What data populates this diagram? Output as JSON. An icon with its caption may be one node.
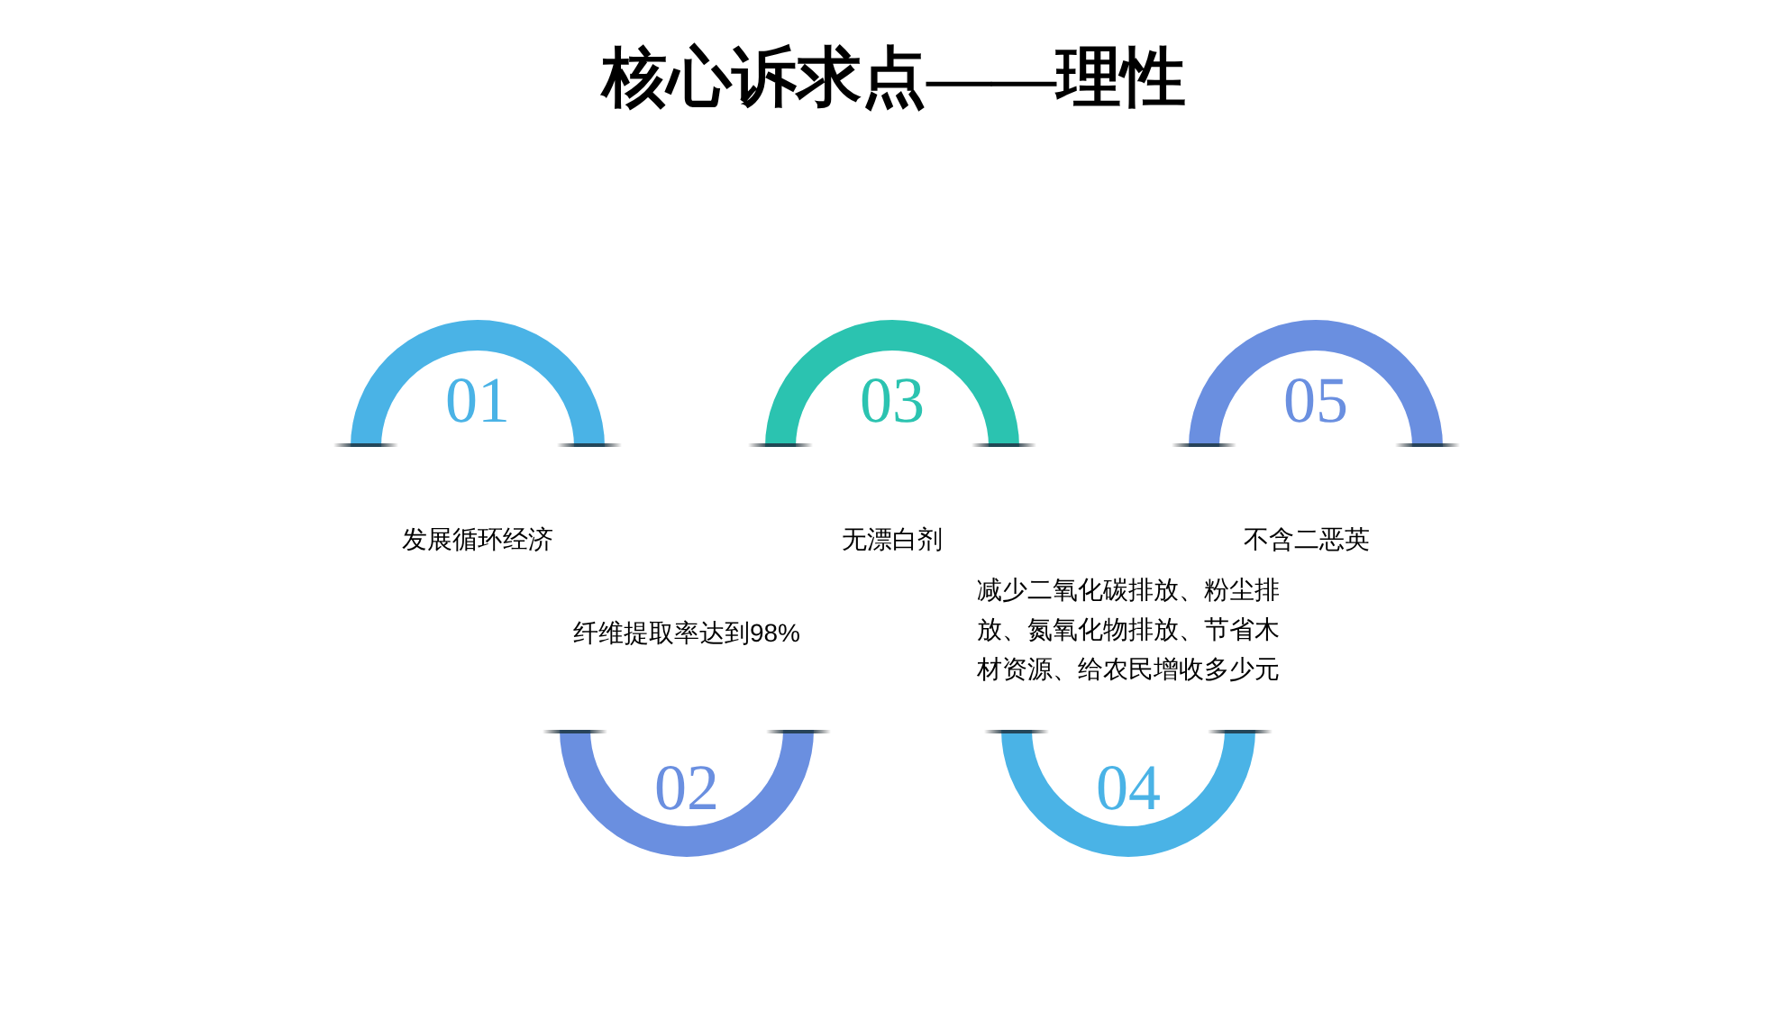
{
  "diagram": {
    "title": "核心诉求点——理性",
    "nodes": [
      {
        "text": [
          "01"
        ],
        "beside": [
          "发展循环经济"
        ]
      },
      {
        "text": [
          "02"
        ],
        "beside": [
          "纤维提取率达到98%"
        ]
      },
      {
        "text": [
          "03"
        ],
        "beside": [
          "无漂白剂"
        ]
      },
      {
        "text": [
          "04"
        ],
        "beside": [
          "减少二氧化碳排放、粉尘排放、氮氧化物排放、节省木材资源、给农民增收多少元"
        ]
      },
      {
        "text": [
          "05"
        ],
        "beside": [
          "不含二恶英"
        ]
      }
    ]
  }
}
